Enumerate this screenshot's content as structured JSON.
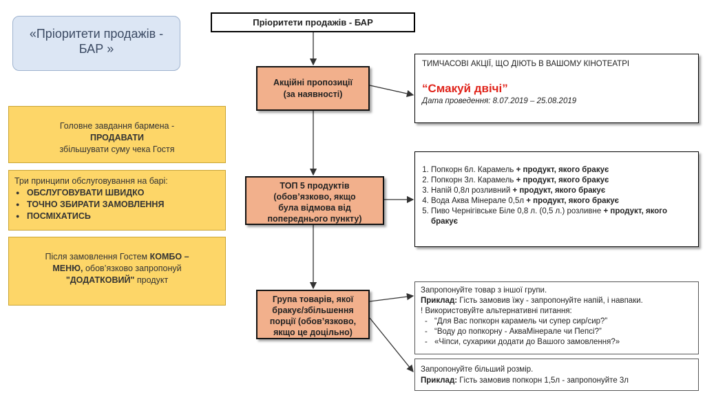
{
  "title_box": {
    "line1": "«Пріоритети продажів -",
    "line2": "БАР »"
  },
  "top_box": "Пріоритети продажів - БАР",
  "orange": {
    "promo": [
      "Акційні пропозиції",
      "(за наявності)"
    ],
    "top5": [
      "ТОП 5 продуктів",
      "(обов’язково, якщо",
      "була відмова від",
      "попереднього пункту)"
    ],
    "group": [
      "Група товарів, якої",
      "бракує/збільшення",
      "порції (обов’язково,",
      "якщо це доцільно)"
    ]
  },
  "yellow1": {
    "pre": "Головне завдання бармена -",
    "bold": "ПРОДАВАТИ",
    "post": "збільшувати суму чека Гостя"
  },
  "yellow2": {
    "heading": "Три принципи обслуговування на барі:",
    "items": [
      "ОБСЛУГОВУВАТИ ШВИДКО",
      "ТОЧНО ЗБИРАТИ ЗАМОВЛЕННЯ",
      "ПОСМІХАТИСЬ"
    ]
  },
  "yellow3": {
    "t1": "Після замовлення Гостем ",
    "b1": "КОМБО –",
    "b2": "МЕНЮ,",
    "t2": " обов’язково запропонуй",
    "b3": "\"ДОДАТКОВИЙ\"",
    "t3": " продукт"
  },
  "promo_detail": {
    "heading": "ТИМЧАСОВІ АКЦІЇ, ЩО ДІЮТЬ В ВАШОМУ КІНОТЕАТРІ",
    "name": "“Смакуй двічі”",
    "date_label": "Дата проведення",
    "date_value": ": 8.07.2019 – 25.08.2019"
  },
  "top5_list": [
    {
      "text": "Попкорн 6л. Карамель ",
      "bold": "+ продукт, якого бракує"
    },
    {
      "text": "Попкорн 3л. Карамель ",
      "bold": "+ продукт, якого бракує"
    },
    {
      "text": "Напій 0,8л розливний ",
      "bold": "+ продукт, якого бракує"
    },
    {
      "text": "Вода Аква Мінерале 0,5л  ",
      "bold": "+ продукт, якого бракує"
    },
    {
      "text": "Пиво Чернігівське Біле 0,8 л. (0,5 л.) розливне ",
      "bold": "+ продукт, якого бракує"
    }
  ],
  "group_detail": {
    "line1": "Запропонуйте товар з іншої групи.",
    "ex_label": "Приклад:",
    "ex_text": " Гість замовив їжу - запропонуйте напій, і навпаки.",
    "alt": "! Використовуйте альтернативні питання:",
    "dashes": [
      "“Для Вас попкорн карамель чи супер сир/сир?”",
      "“Воду до попкорну - АкваМінерале чи Пепсі?”",
      "«Чіпси, сухарики додати до Вашого замовлення?»"
    ]
  },
  "size_detail": {
    "line1": "Запропонуйте більший розмір.",
    "ex_label": "Приклад:",
    "ex_text": " Гість замовив попкорн 1,5л - запропонуйте 3л"
  },
  "colors": {
    "title_fill": "#dce6f4",
    "orange_fill": "#f2b08c",
    "yellow_fill": "#fdd668"
  }
}
